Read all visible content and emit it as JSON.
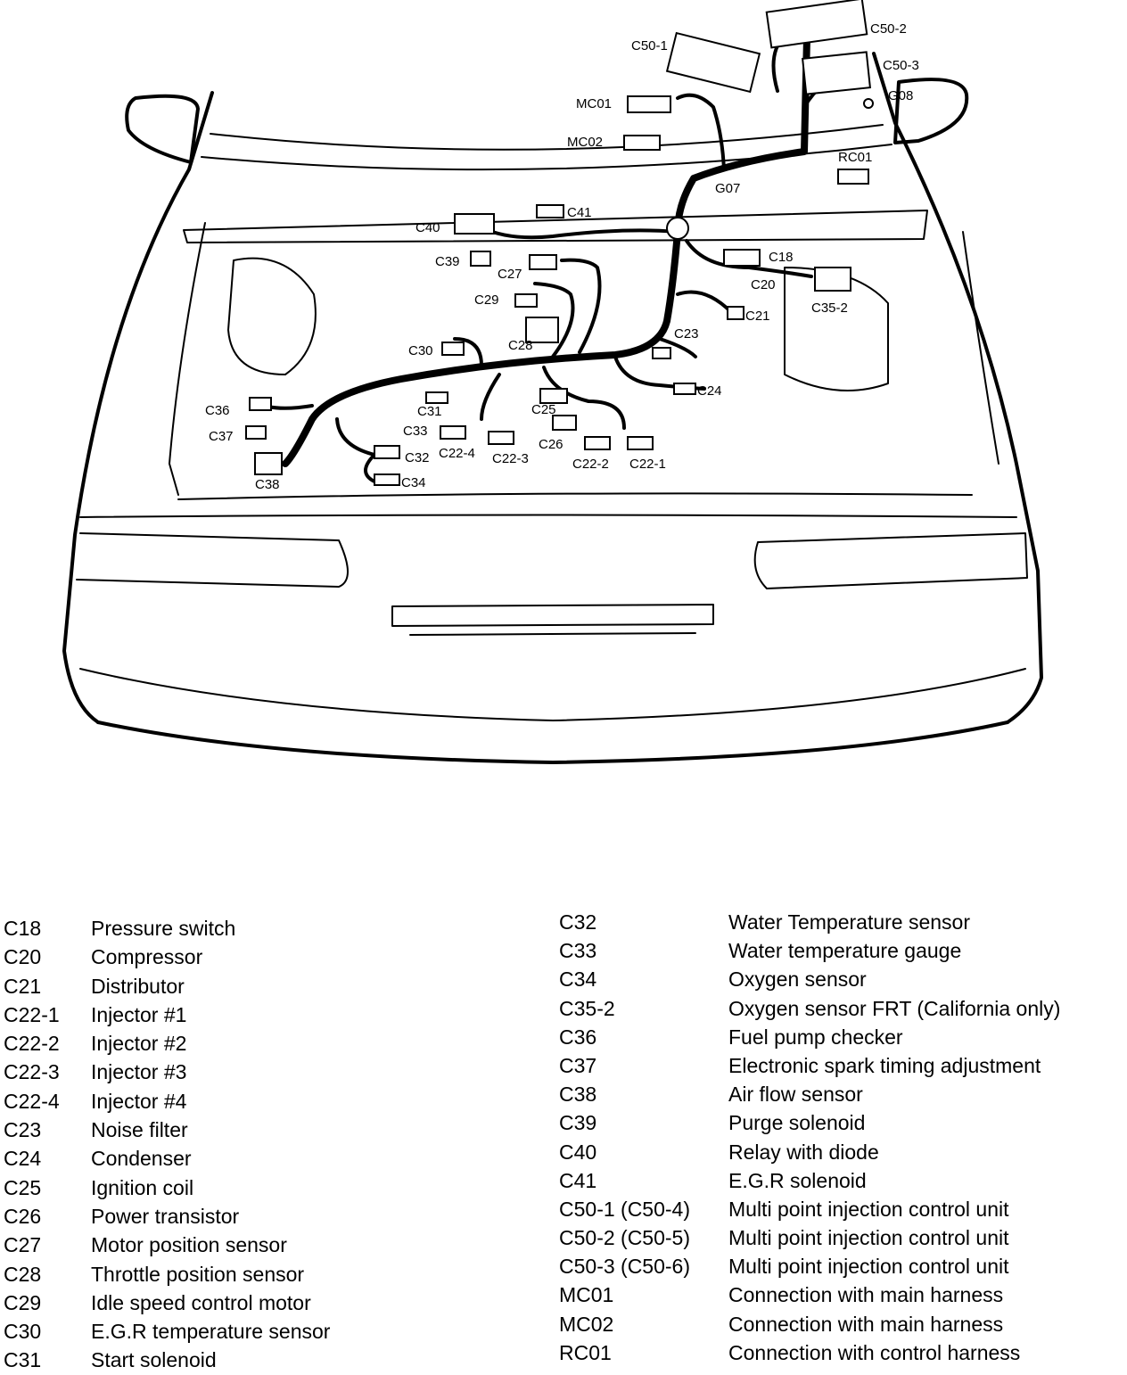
{
  "diagram": {
    "callouts": [
      {
        "id": "c50_1",
        "text": "C50-1"
      },
      {
        "id": "c50_2",
        "text": "C50-2"
      },
      {
        "id": "c50_3",
        "text": "C50-3"
      },
      {
        "id": "g08",
        "text": "G08"
      },
      {
        "id": "mc01",
        "text": "MC01"
      },
      {
        "id": "mc02",
        "text": "MC02"
      },
      {
        "id": "rc01",
        "text": "RC01"
      },
      {
        "id": "g07",
        "text": "G07"
      },
      {
        "id": "c41",
        "text": "C41"
      },
      {
        "id": "c40",
        "text": "C40"
      },
      {
        "id": "c39",
        "text": "C39"
      },
      {
        "id": "c27",
        "text": "C27"
      },
      {
        "id": "c18",
        "text": "C18"
      },
      {
        "id": "c20",
        "text": "C20"
      },
      {
        "id": "c35_2",
        "text": "C35-2"
      },
      {
        "id": "c29",
        "text": "C29"
      },
      {
        "id": "c21",
        "text": "C21"
      },
      {
        "id": "c23",
        "text": "C23"
      },
      {
        "id": "c30",
        "text": "C30"
      },
      {
        "id": "c28",
        "text": "C28"
      },
      {
        "id": "c24",
        "text": "C24"
      },
      {
        "id": "c36",
        "text": "C36"
      },
      {
        "id": "c31",
        "text": "C31"
      },
      {
        "id": "c25",
        "text": "C25"
      },
      {
        "id": "c37",
        "text": "C37"
      },
      {
        "id": "c33",
        "text": "C33"
      },
      {
        "id": "c26",
        "text": "C26"
      },
      {
        "id": "c32",
        "text": "C32"
      },
      {
        "id": "c22_4",
        "text": "C22-4"
      },
      {
        "id": "c22_3",
        "text": "C22-3"
      },
      {
        "id": "c22_2",
        "text": "C22-2"
      },
      {
        "id": "c22_1",
        "text": "C22-1"
      },
      {
        "id": "c38",
        "text": "C38"
      },
      {
        "id": "c34",
        "text": "C34"
      }
    ]
  },
  "legend": {
    "left": [
      {
        "code": "C18",
        "desc": "Pressure switch"
      },
      {
        "code": "C20",
        "desc": "Compressor"
      },
      {
        "code": "C21",
        "desc": "Distributor"
      },
      {
        "code": "C22-1",
        "desc": "Injector #1"
      },
      {
        "code": "C22-2",
        "desc": "Injector #2"
      },
      {
        "code": "C22-3",
        "desc": "Injector #3"
      },
      {
        "code": "C22-4",
        "desc": "Injector #4"
      },
      {
        "code": "C23",
        "desc": "Noise filter"
      },
      {
        "code": "C24",
        "desc": "Condenser"
      },
      {
        "code": "C25",
        "desc": "Ignition coil"
      },
      {
        "code": "C26",
        "desc": "Power transistor"
      },
      {
        "code": "C27",
        "desc": "Motor position sensor"
      },
      {
        "code": "C28",
        "desc": "Throttle position sensor"
      },
      {
        "code": "C29",
        "desc": "Idle speed control motor"
      },
      {
        "code": "C30",
        "desc": "E.G.R temperature sensor"
      },
      {
        "code": "C31",
        "desc": "Start solenoid"
      }
    ],
    "right": [
      {
        "code": "C32",
        "desc": "Water Temperature sensor"
      },
      {
        "code": "C33",
        "desc": "Water temperature gauge"
      },
      {
        "code": "C34",
        "desc": "Oxygen sensor"
      },
      {
        "code": "C35-2",
        "desc": "Oxygen sensor FRT (California only)"
      },
      {
        "code": "C36",
        "desc": "Fuel pump checker"
      },
      {
        "code": "C37",
        "desc": "Electronic spark timing adjustment"
      },
      {
        "code": "C38",
        "desc": "Air flow sensor"
      },
      {
        "code": "C39",
        "desc": "Purge solenoid"
      },
      {
        "code": "C40",
        "desc": "Relay with diode"
      },
      {
        "code": "C41",
        "desc": "E.G.R solenoid"
      },
      {
        "code": "C50-1 (C50-4)",
        "desc": "Multi point injection control unit"
      },
      {
        "code": "C50-2 (C50-5)",
        "desc": "Multi point injection control unit"
      },
      {
        "code": "C50-3 (C50-6)",
        "desc": "Multi point injection control unit"
      },
      {
        "code": "MC01",
        "desc": "Connection with main harness"
      },
      {
        "code": "MC02",
        "desc": "Connection with main harness"
      },
      {
        "code": "RC01",
        "desc": "Connection with control harness"
      }
    ]
  }
}
